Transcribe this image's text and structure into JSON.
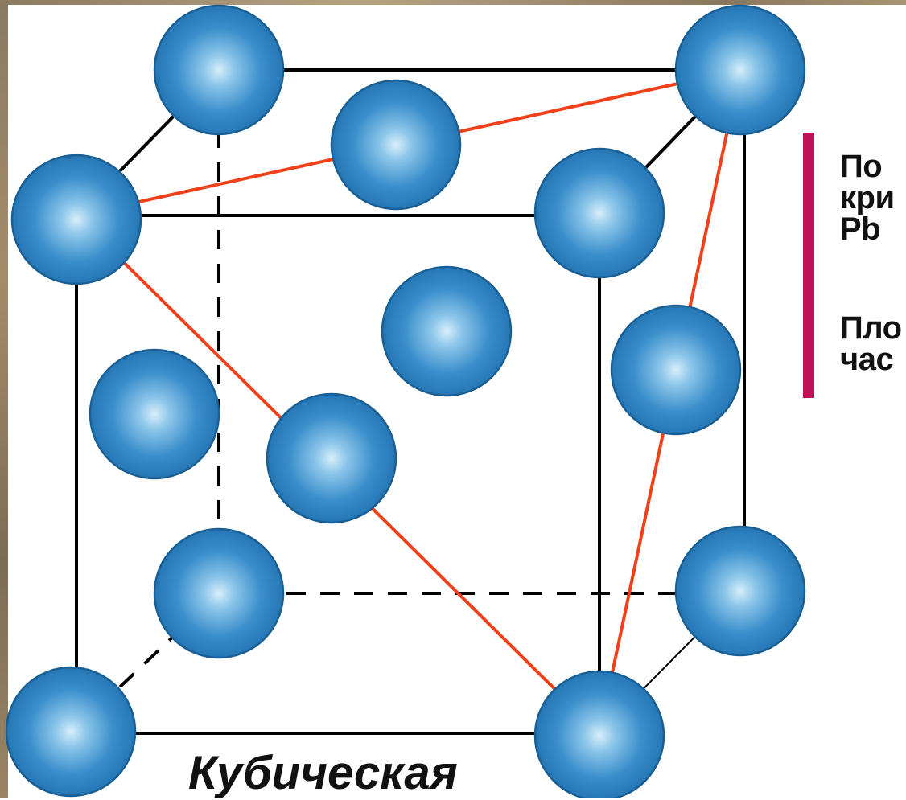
{
  "side_text": {
    "line1": "По\nкри\nPb",
    "line2": "Пло\nчас"
  },
  "caption": "Кубическая",
  "colors": {
    "atom_fill": "#2f86c4",
    "atom_edge": "#1a5f93",
    "cube_edge": "#000000",
    "plane_line": "#f0401a",
    "accent_bar": "#c0105a"
  }
}
